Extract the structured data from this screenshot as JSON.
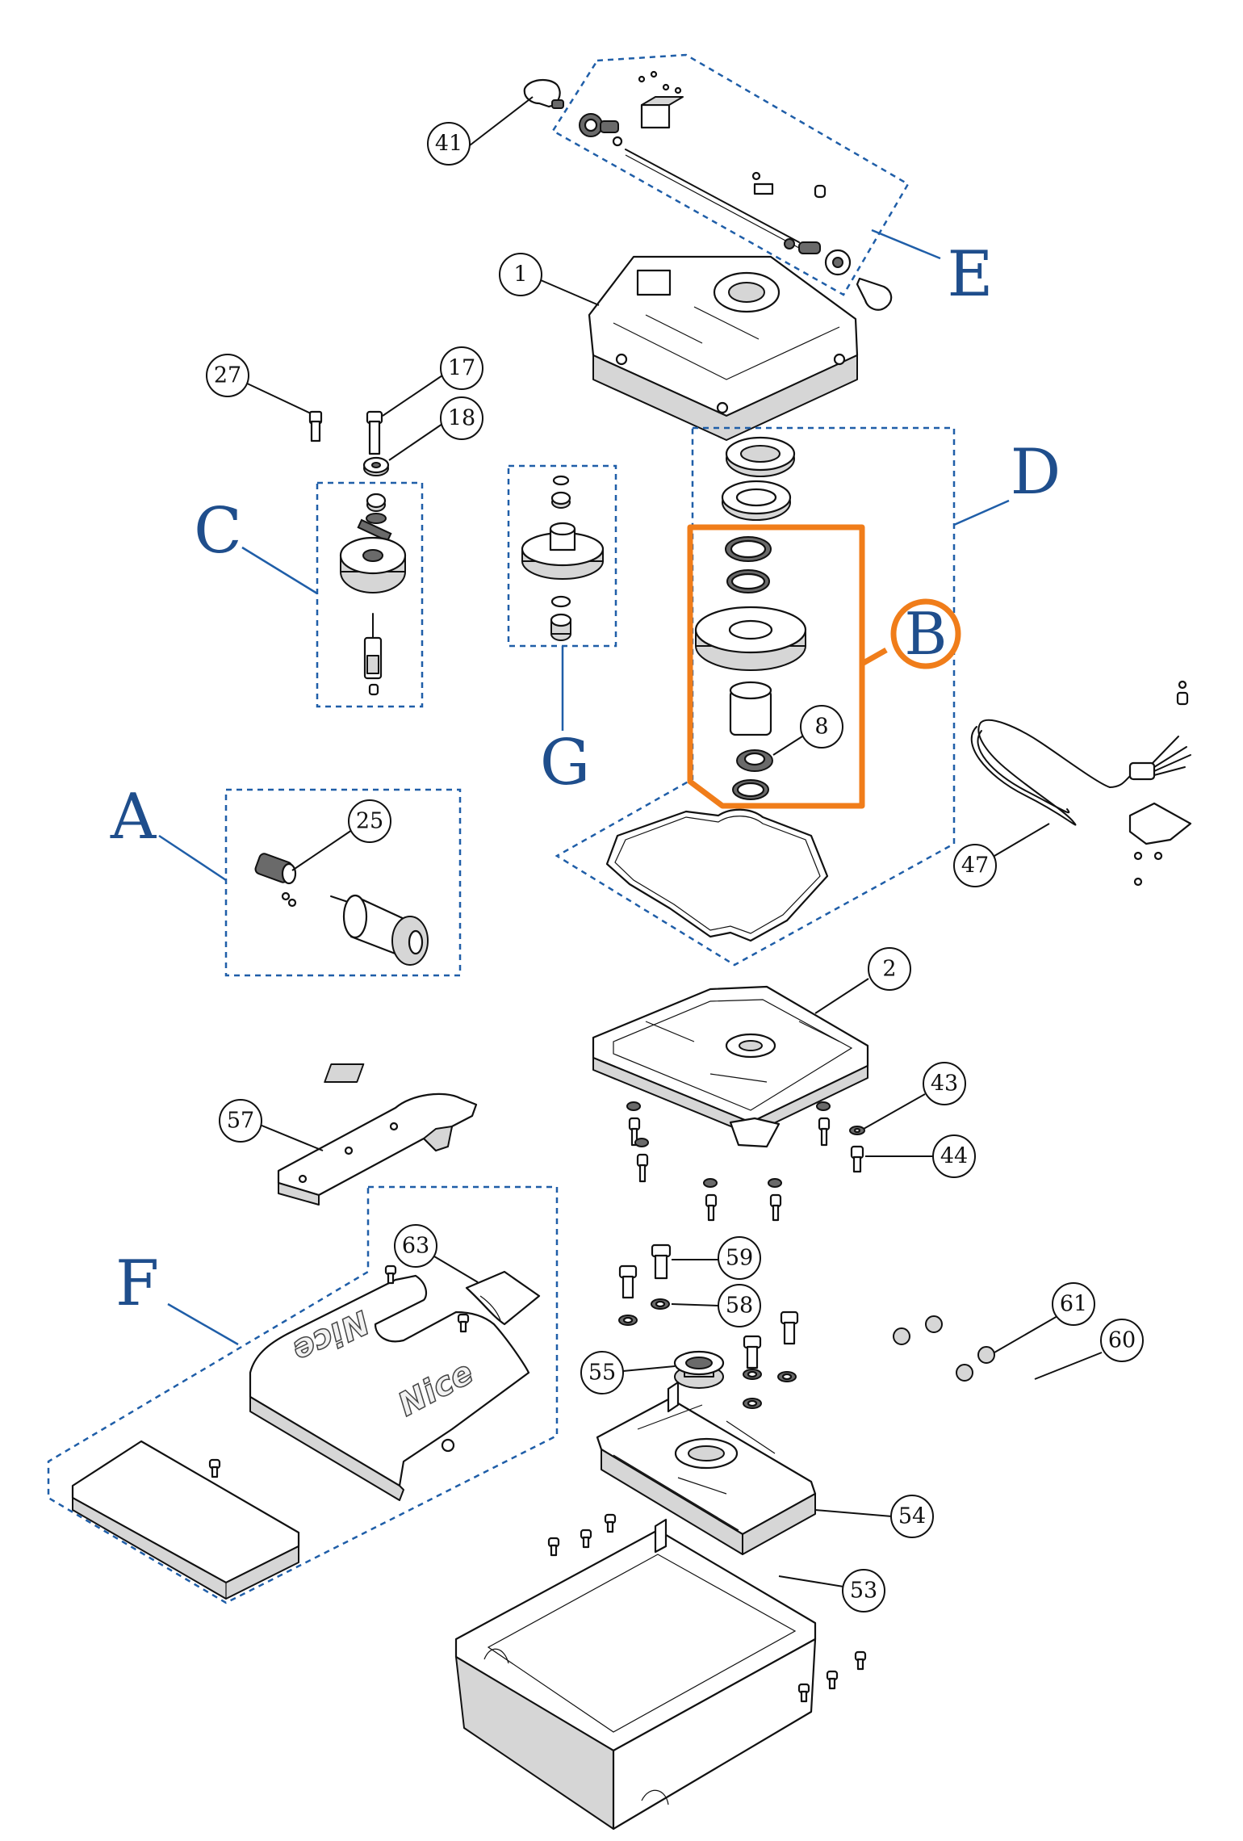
{
  "colors": {
    "group_outline": "#1f5ea8",
    "group_letter": "#1f4e8c",
    "highlight": "#f07d1a",
    "line": "#111111"
  },
  "callouts": {
    "c41": "41",
    "c1": "1",
    "c27": "27",
    "c17": "17",
    "c18": "18",
    "c8": "8",
    "c25": "25",
    "c47": "47",
    "c2": "2",
    "c43": "43",
    "c44": "44",
    "c57": "57",
    "c63": "63",
    "c59": "59",
    "c58": "58",
    "c55": "55",
    "c61": "61",
    "c60": "60",
    "c54": "54",
    "c53": "53"
  },
  "groups": {
    "A": "A",
    "B": "B",
    "C": "C",
    "D": "D",
    "E": "E",
    "F": "F",
    "G": "G"
  },
  "brand": {
    "cover_logo": "Nice",
    "cover_logo_mirrored": "Nice"
  }
}
